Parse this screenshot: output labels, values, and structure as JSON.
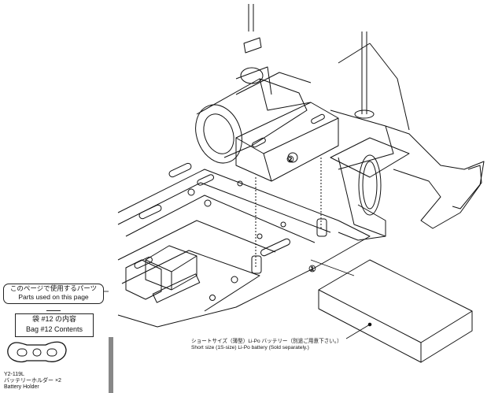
{
  "parts_panel": {
    "heading_ja": "このページで使用するパーツ",
    "heading_en": "Parts used on this page",
    "bag_ja": "袋 #12 の内容",
    "bag_en": "Bag #12 Contents"
  },
  "part": {
    "code": "Y2-119L",
    "name_ja": "バッテリーホルダー ×2",
    "name_en": "Battery Holder",
    "icon": "battery-holder-icon"
  },
  "callouts": {
    "step1": "①",
    "step2": "②"
  },
  "battery_caption": {
    "ja": "ショートサイズ（薄型）Li-Po バッテリー（別途ご用意下さい。）",
    "en": "Short size (1S-size) Li-Po battery (Sold separately.)"
  }
}
